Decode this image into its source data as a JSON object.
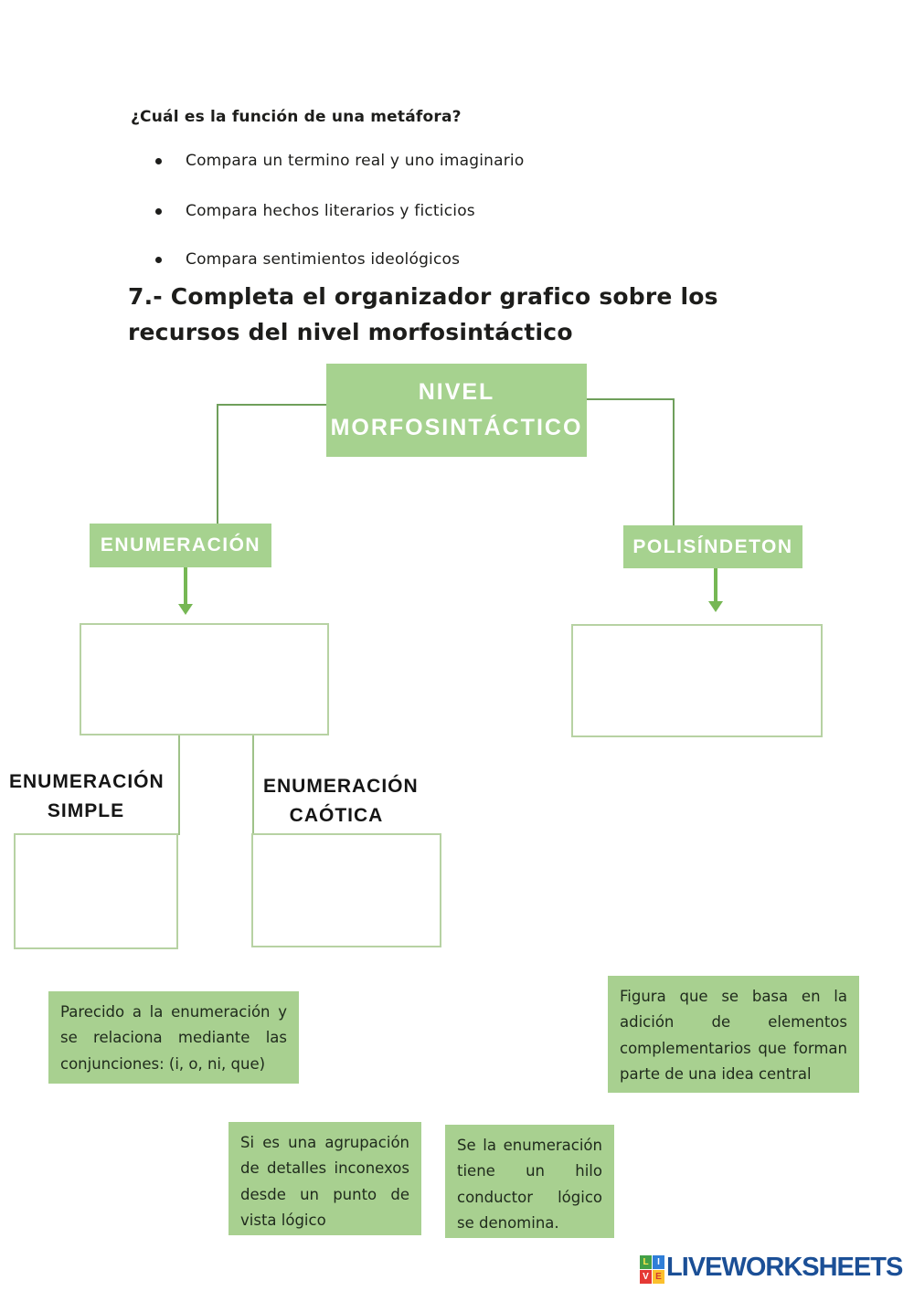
{
  "page": {
    "question": "¿Cuál es la función de una metáfora?",
    "bullets": [
      "Compara un termino real y uno imaginario",
      "Compara hechos literarios y ficticios",
      "Compara sentimientos ideológicos"
    ],
    "heading": "7.- Completa el organizador grafico sobre los recursos del nivel morfosintáctico"
  },
  "diagram": {
    "root_label_line1": "NIVEL",
    "root_label_line2": "MORFOSINTÁCTICO",
    "left_branch_label": "ENUMERACIÓN",
    "right_branch_label": "POLISÍNDETON",
    "sub_left_label_line1": "ENUMERACIÓN",
    "sub_left_label_line2": "SIMPLE",
    "sub_right_label_line1": "ENUMERACIÓN",
    "sub_right_label_line2": "CAÓTICA"
  },
  "notes": [
    {
      "text": "Parecido a la enumeración y se relaciona mediante las conjunciones: (i, o, ni, que)"
    },
    {
      "text": "Figura que se basa en la adición de elementos complementarios que forman parte de una idea central"
    },
    {
      "text": "Si es una agrupación de detalles inconexos desde un punto de vista lógico"
    },
    {
      "text": "Se la enumeración tiene un hilo conductor lógico se denomina."
    }
  ],
  "footer": {
    "brand": "LIVEWORKSHEETS",
    "logo_letters": [
      "L",
      "I",
      "V",
      "E"
    ]
  },
  "colors": {
    "box_green": "#a6d28f",
    "note_green": "#a8d090",
    "connector_green": "#6f9f5b",
    "arrow_green": "#76b754",
    "empty_box_border": "#b7d2a3",
    "stub_line_green": "#9fc289",
    "brand_blue": "#1b4f96",
    "logo_green": "#43a047",
    "logo_blue": "#2f7ed8",
    "logo_red": "#e53935",
    "logo_yellow": "#fbc02d",
    "text_black": "#1d1d1b"
  }
}
